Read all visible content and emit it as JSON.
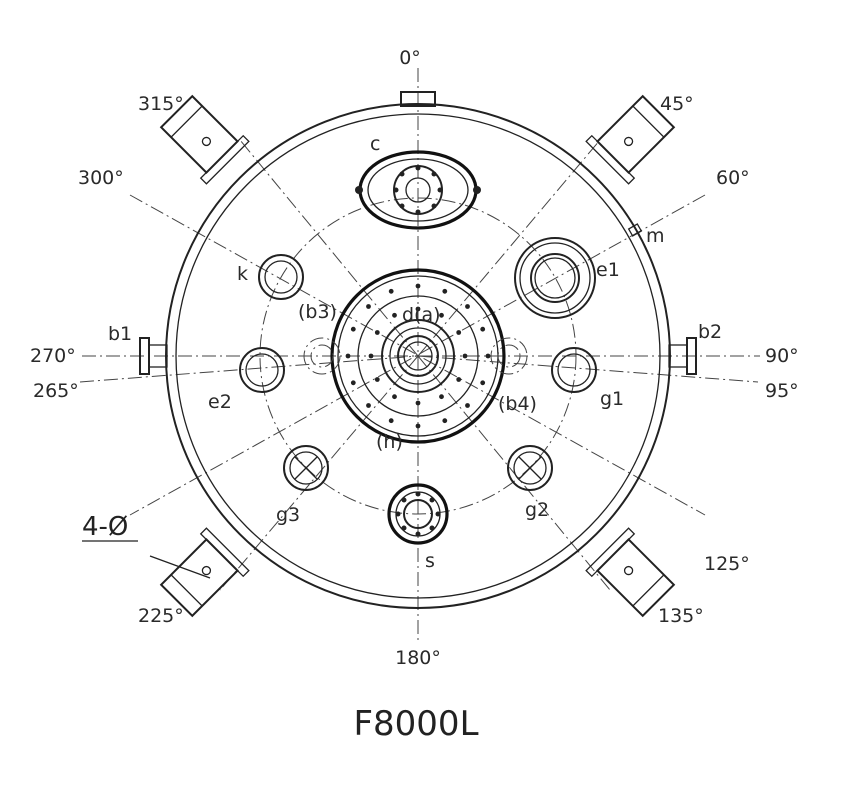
{
  "diagram": {
    "title": "F8000L",
    "angles": {
      "a0": "0°",
      "a45": "45°",
      "a60": "60°",
      "a90": "90°",
      "a95": "95°",
      "a125": "125°",
      "a135": "135°",
      "a180": "180°",
      "a225": "225°",
      "a265": "265°",
      "a270": "270°",
      "a300": "300°",
      "a315": "315°"
    },
    "ports": {
      "c": "c",
      "m": "m",
      "e1": "e1",
      "k": "k",
      "b3": "(b3)",
      "da": "d(a)",
      "b1": "b1",
      "b2": "b2",
      "e2": "e2",
      "g1": "g1",
      "b4": "(b4)",
      "h": "(h)",
      "g3": "g3",
      "g2": "g2",
      "s": "s",
      "leg_holes": "4-Ø"
    }
  }
}
